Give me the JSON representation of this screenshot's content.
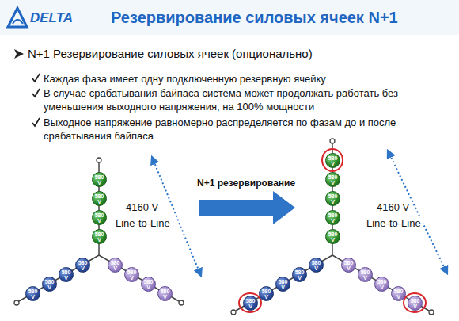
{
  "diagram": {
    "title": "Резервирование силовых ячеек N+1",
    "nodes": [
      {
        "text": [
          "580 V"
        ]
      },
      {
        "text": [
          "580 V"
        ]
      },
      {
        "text": [
          "580 V"
        ]
      },
      {
        "text": [
          "580 V"
        ]
      },
      {
        "text": [
          "580 V"
        ]
      },
      {
        "text": [
          "580 V"
        ]
      },
      {
        "text": [
          "580 V"
        ]
      },
      {
        "text": [
          "580 V"
        ]
      },
      {
        "text": [
          "580 V"
        ]
      },
      {
        "text": [
          "580 V"
        ]
      },
      {
        "text": [
          "580 V"
        ]
      },
      {
        "text": [
          "580 V"
        ]
      },
      {
        "text": [
          "580 V"
        ]
      },
      {
        "text": [
          "580 V"
        ]
      },
      {
        "text": [
          "580 V"
        ]
      },
      {
        "text": [
          "580 V"
        ]
      },
      {
        "text": [
          "580 V"
        ]
      },
      {
        "text": [
          "580 V"
        ]
      },
      {
        "text": [
          "580 V"
        ]
      },
      {
        "text": [
          "580 V"
        ]
      },
      {
        "text": [
          "580 V"
        ]
      },
      {
        "text": [
          "580 V"
        ]
      },
      {
        "text": [
          "580 V"
        ]
      },
      {
        "text": [
          "580 V"
        ]
      },
      {
        "text": [
          "580 V"
        ]
      },
      {
        "text": [
          "580 V"
        ]
      },
      {
        "text": [
          "580 V"
        ]
      }
    ],
    "labels": [
      "DELTA",
      "N+1 Резервирование силовых ячеек (опционально)",
      "Каждая фаза имеет одну подключенную резервную ячейку",
      "В случае срабатывания байпаса система может продолжать работать без уменьшения выходного напряжения, на 100% мощности",
      "Выходное напряжение равномерно распределяется по фазам до и после срабатывания байпаса",
      "4160 V",
      "Line-to-Line",
      "N+1 резервирование",
      "4160 V",
      "Line-to-Line"
    ]
  }
}
